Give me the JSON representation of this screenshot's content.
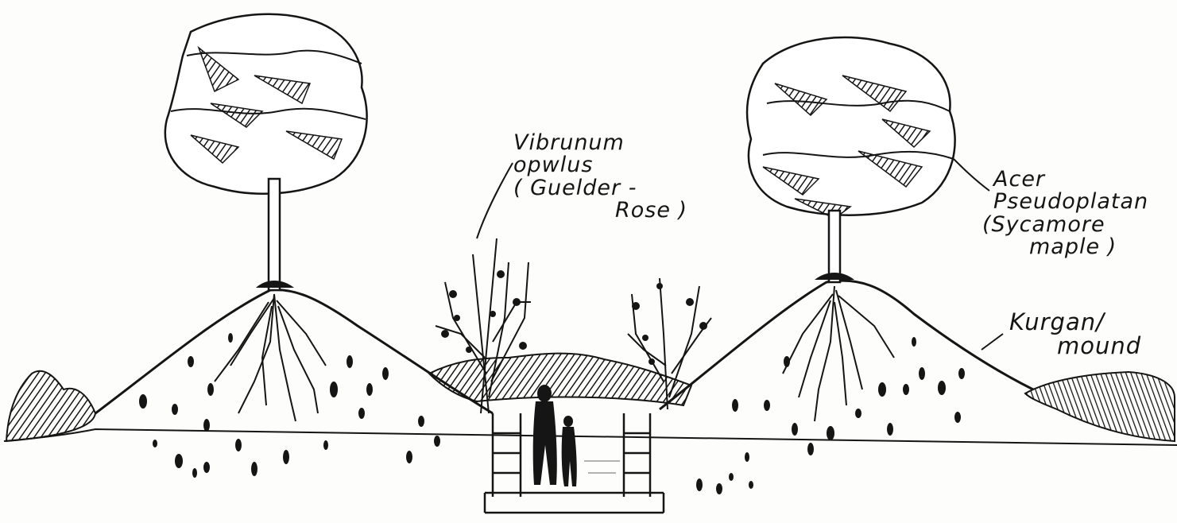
{
  "labels": {
    "viburnum": {
      "line1": "Vibrunum",
      "line2": "opwlus",
      "line3": "( Guelder -",
      "line4": "Rose )"
    },
    "acer": {
      "line1": "Acer",
      "line2": "Pseudoplatan",
      "line3": "(Sycamore",
      "line4": "maple )"
    },
    "kurgan": {
      "line1": "Kurgan/",
      "line2": "mound"
    }
  },
  "colors": {
    "ink": "#151515",
    "paper": "#fdfdfc",
    "pencil": "#9a9a9a"
  }
}
